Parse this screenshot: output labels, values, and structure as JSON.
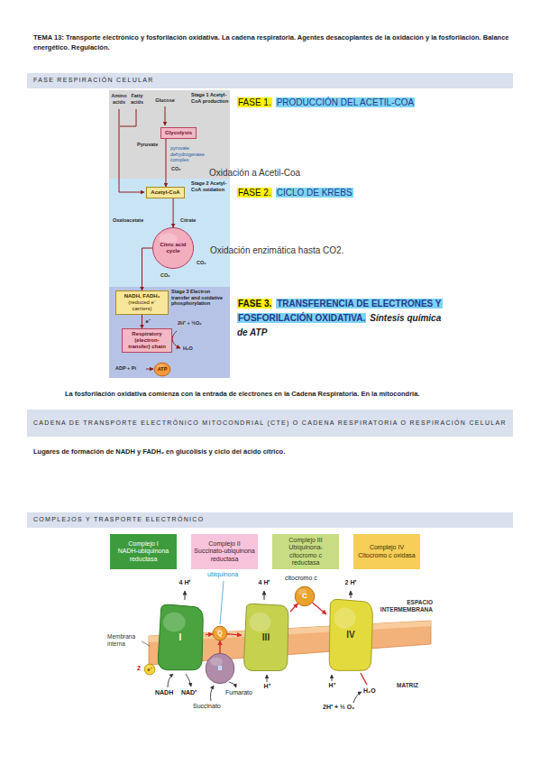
{
  "diagram": {
    "title": "TEMA 13: Transporte electrónico y fosforilación oxidativa. La cadena respiratoria. Agentes desacoplantes de la oxidación y la fosforilación. Balance energético. Regulación.",
    "nodes": [
      {
        "text": [
          "FASE RESPIRACIÓN CELULAR"
        ]
      },
      {
        "text": [
          "Glycolysis"
        ]
      },
      {
        "text": [
          "Acetyl-CoA"
        ]
      },
      {
        "text": [
          "Citric acid cycle"
        ]
      },
      {
        "text": [
          "NADH, FADH₂",
          "(reduced e⁻ carriers)"
        ]
      },
      {
        "text": [
          "Respiratory (electron-transfer) chain"
        ]
      },
      {
        "text": [
          "ATP"
        ]
      },
      {
        "text": [
          "CADENA DE TRANSPORTE ELECTRÓNICO MITOCONDRIAL (CTE) O CADENA RESPIRATORIA O RESPIRACIÓN CELULAR"
        ]
      },
      {
        "text": [
          "COMPLEJOS Y TRASPORTE ELECTRÓNICO"
        ]
      },
      {
        "text": [
          "Complejo I",
          "NADH-ubiquinona reductasa"
        ]
      },
      {
        "text": [
          "Complejo II",
          "Succinato-ubiquinona reductasa"
        ]
      },
      {
        "text": [
          "Complejo III",
          "Ubiquinona-citocromo c reductasa"
        ]
      },
      {
        "text": [
          "Complejo IV",
          "Citocromo c oxidasa"
        ]
      },
      {
        "text": [
          "C"
        ]
      },
      {
        "text": [
          "I"
        ]
      },
      {
        "text": [
          "Q"
        ]
      },
      {
        "text": [
          "III"
        ]
      },
      {
        "text": [
          "IV"
        ]
      },
      {
        "text": [
          "e⁻"
        ]
      },
      {
        "text": [
          "II"
        ]
      }
    ],
    "edges": [
      {
        "from": 1,
        "to": 2,
        "arrow": "to"
      },
      {
        "from": 2,
        "to": 3,
        "arrow": "to"
      },
      {
        "from": 3,
        "to": 4,
        "arrow": "to"
      },
      {
        "from": 4,
        "to": 5,
        "arrow": "to",
        "label": "e⁻"
      },
      {
        "from": 14,
        "to": 15,
        "arrow": "to"
      },
      {
        "from": 19,
        "to": 15,
        "arrow": "to"
      },
      {
        "from": 15,
        "to": 16,
        "arrow": "to"
      },
      {
        "from": 16,
        "to": 13,
        "arrow": "to"
      },
      {
        "from": 13,
        "to": 17,
        "arrow": "to"
      }
    ],
    "labels": [
      "La fosforilación oxidativa comienza con la entrada de electrones en la Cadena Respiratoria. En la mitocondria.",
      "Lugares de formación de NADH y FADH₂ en glucólisis y ciclo del ácido cítrico.",
      "Amino acids",
      "Fatty acids",
      "Glucose",
      "Stage 1 Acetyl-CoA production",
      "Pyruvate",
      "pyruvate dehydrogenase complex",
      "CO₂",
      "Stage 2 Acetyl-CoA oxidation",
      "Oxaloacetate",
      "Citrate",
      "CO₂",
      "CO₂",
      "Stage 3 Electron transfer and oxidative phosphorylation",
      "2H⁺ + ½O₂",
      "H₂O",
      "ADP + Pi",
      "FASE 1.",
      "PRODUCCIÓN DEL ACETIL-COA",
      "Oxidación a Acetil-Coa",
      "FASE 2.",
      "CICLO DE KREBS",
      "Oxidación enzimática hasta CO2.",
      "FASE 3.",
      "TRANSFERENCIA DE ELECTRONES Y FOSFORILACIÓN OXIDATIVA.",
      "Síntesis química de ATP",
      "4 H⁺",
      "ubiquinona",
      "4 H⁺",
      "citocromo c",
      "2 H⁺",
      "ESPACIO INTERMEMBRANA",
      "Membrana interna",
      "2",
      "NADH",
      "NAD⁺",
      "Succinato",
      "Fumarato",
      "H⁺",
      "H⁺",
      "H₂O",
      "MATRIZ",
      "2H⁺ + ½ O₂"
    ]
  }
}
